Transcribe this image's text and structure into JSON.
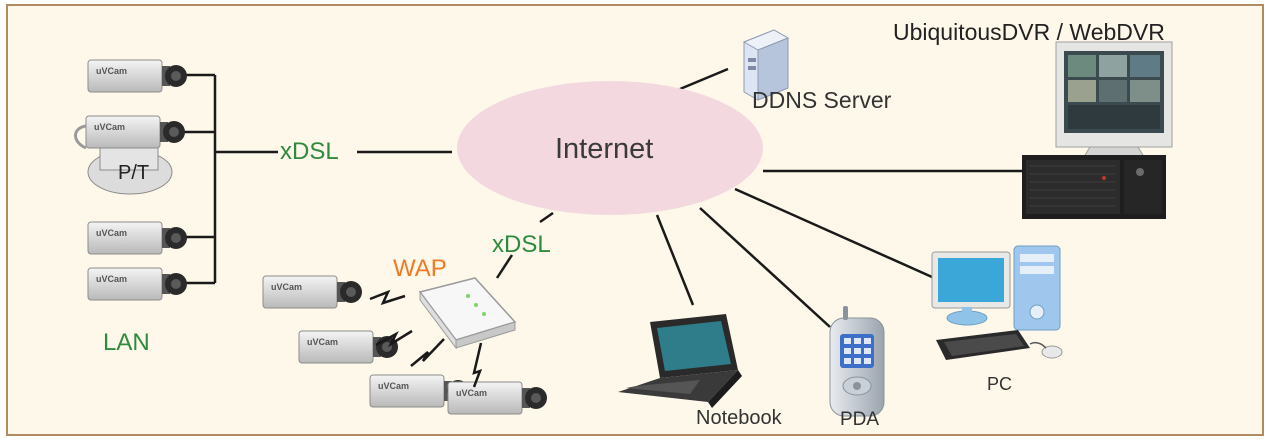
{
  "labels": {
    "internet": "Internet",
    "xdsl_left": "xDSL",
    "xdsl_wap": "xDSL",
    "wap": "WAP",
    "lan": "LAN",
    "pt": "P/T",
    "ddns": "DDNS Server",
    "dvr_title": "UbiquitousDVR / WebDVR",
    "notebook": "Notebook",
    "pda": "PDA",
    "pc": "PC",
    "camera_brand": "uVCam"
  },
  "colors": {
    "frame_border": "#b08b5f",
    "background": "#fdf8ea",
    "cloud": "#f3d9df",
    "xdsl": "#2f8a3b",
    "wap": "#f07a22",
    "lan": "#2f8a3b",
    "text_dark": "#333333"
  },
  "icons": [
    "camera-icon",
    "pan-tilt-camera-icon",
    "access-point-icon",
    "server-tower-icon",
    "dvr-monitor-icon",
    "dvr-rack-icon",
    "notebook-icon",
    "pda-icon",
    "desktop-pc-icon",
    "wireless-link-icon"
  ]
}
